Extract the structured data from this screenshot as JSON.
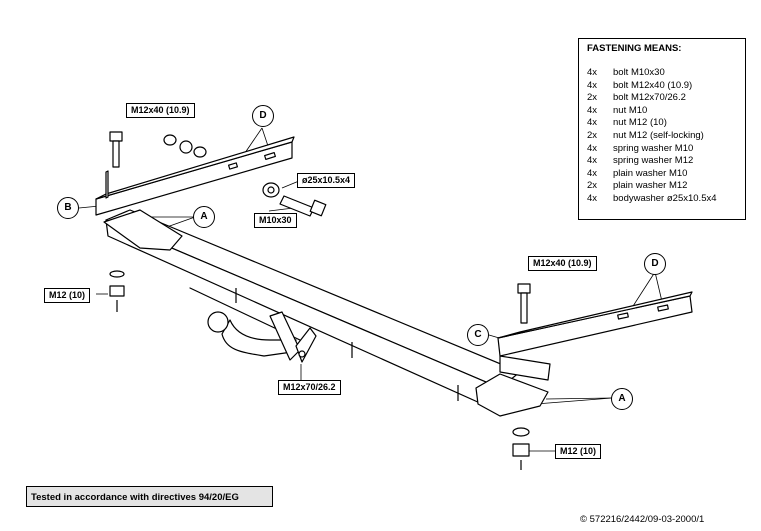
{
  "fastening": {
    "title": "FASTENING MEANS:",
    "items": [
      {
        "qty": "4x",
        "desc": "bolt M10x30"
      },
      {
        "qty": "4x",
        "desc": "bolt M12x40 (10.9)"
      },
      {
        "qty": "2x",
        "desc": "bolt M12x70/26.2"
      },
      {
        "qty": "4x",
        "desc": "nut M10"
      },
      {
        "qty": "4x",
        "desc": "nut M12 (10)"
      },
      {
        "qty": "2x",
        "desc": "nut M12 (self-locking)"
      },
      {
        "qty": "4x",
        "desc": "spring washer M10"
      },
      {
        "qty": "4x",
        "desc": "spring washer M12"
      },
      {
        "qty": "4x",
        "desc": "plain washer M10"
      },
      {
        "qty": "2x",
        "desc": "plain washer M12"
      },
      {
        "qty": "4x",
        "desc": "bodywasher ø25x10.5x4"
      }
    ]
  },
  "labels": {
    "bolt_left": "M12x40 (10.9)",
    "washer_body": "ø25x10.5x4",
    "bolt_m10": "M10x30",
    "nut_left": "M12 (10)",
    "bolt_right": "M12x40 (10.9)",
    "bolt_ball": "M12x70/26.2",
    "nut_right": "M12 (10)"
  },
  "callouts": {
    "a_left": "A",
    "a_right": "A",
    "b": "B",
    "c": "C",
    "d_left": "D",
    "d_right": "D"
  },
  "footer": {
    "test_note": "Tested in accordance with directives 94/20/EG",
    "drawing_number": "© 572216/2442/09-03-2000/1"
  }
}
